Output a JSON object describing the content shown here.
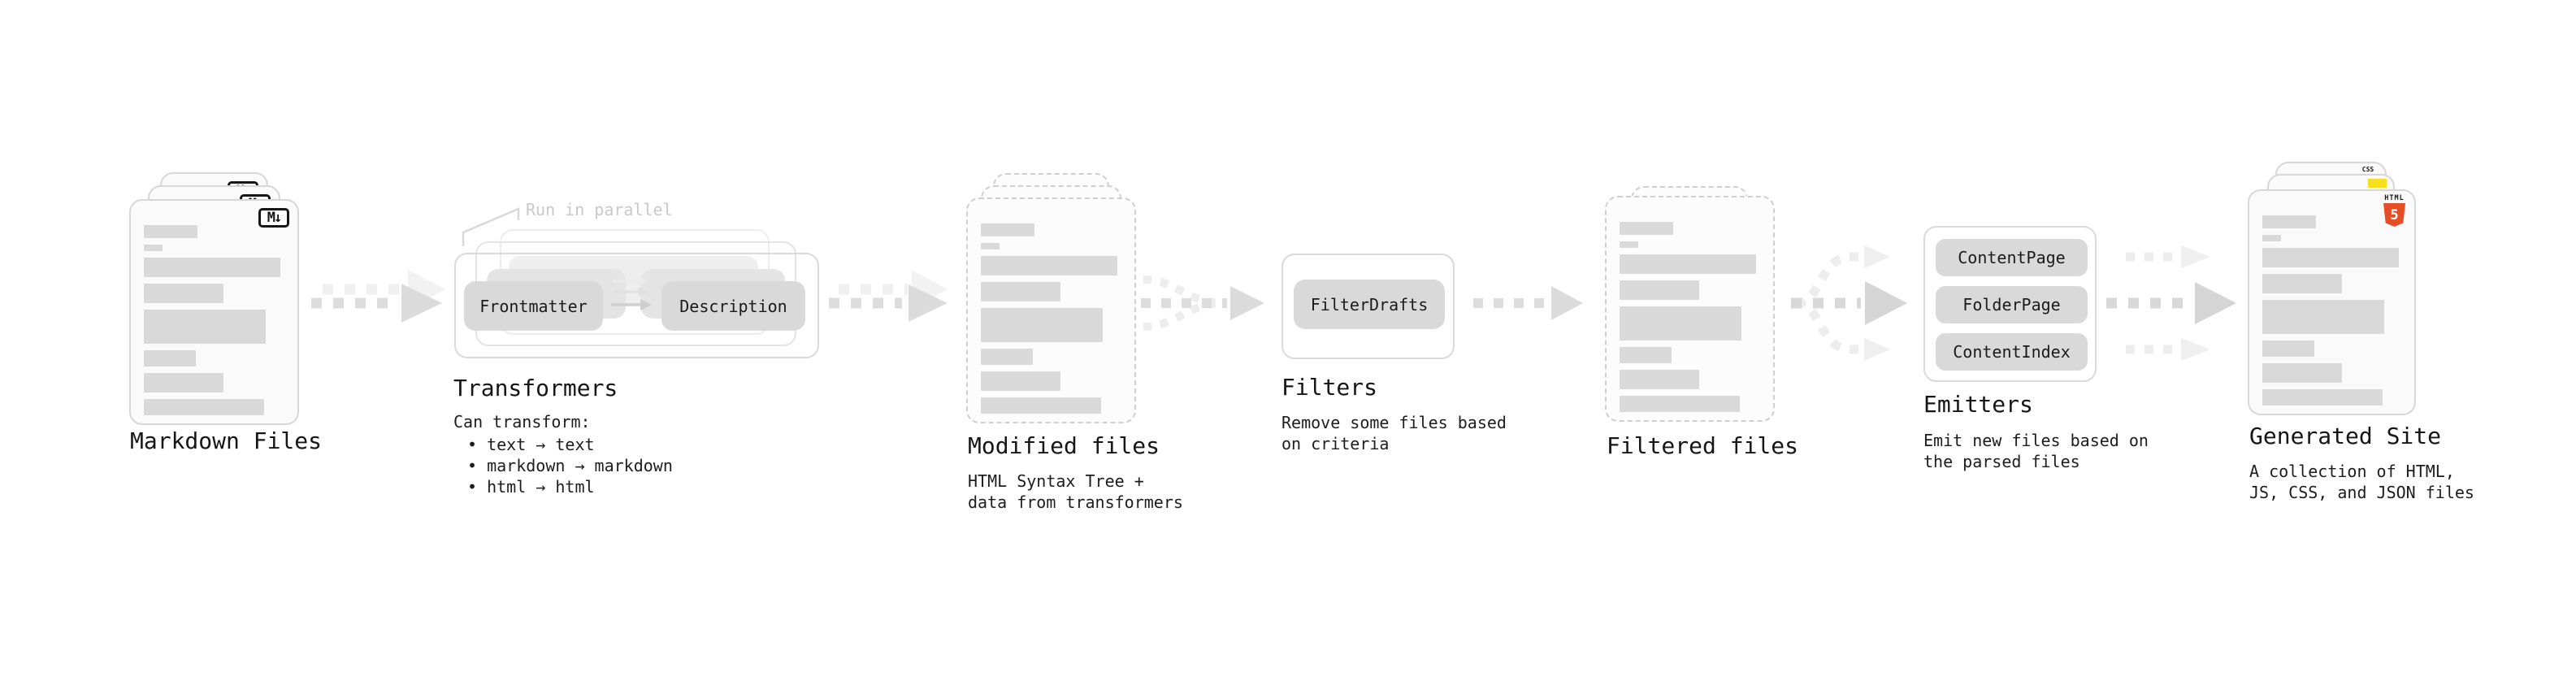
{
  "stages": {
    "markdown": {
      "title": "Markdown Files"
    },
    "transformers": {
      "title": "Transformers",
      "annotation": "Run in parallel",
      "pills": [
        "Frontmatter",
        "Description"
      ],
      "subtitle": "Can transform:",
      "bullets": [
        "• text → text",
        "• markdown → markdown",
        "• html → html"
      ]
    },
    "modified": {
      "title": "Modified files",
      "subtitle": "HTML Syntax Tree +\ndata from transformers"
    },
    "filters": {
      "title": "Filters",
      "pills": [
        "FilterDrafts"
      ],
      "subtitle": "Remove some files based\non criteria"
    },
    "filtered": {
      "title": "Filtered files"
    },
    "emitters": {
      "title": "Emitters",
      "pills": [
        "ContentPage",
        "FolderPage",
        "ContentIndex"
      ],
      "subtitle": "Emit new files based on\nthe parsed files"
    },
    "generated": {
      "title": "Generated Site",
      "subtitle": "A collection of HTML,\nJS, CSS, and JSON files"
    }
  },
  "icons": {
    "markdown_logo": "M↓",
    "html5_wordmark": "HTML",
    "html5_numeral": "5",
    "css_badge": "CSS"
  },
  "colors": {
    "html5_orange": "#e44d26",
    "js_yellow": "#f7df1e",
    "css_blue": "#2b63e8",
    "pill_gray": "#d9d9d9",
    "bar_gray": "#d9d9d9",
    "annotation_gray": "#c9c9c9",
    "text": "#1a1a1a"
  }
}
